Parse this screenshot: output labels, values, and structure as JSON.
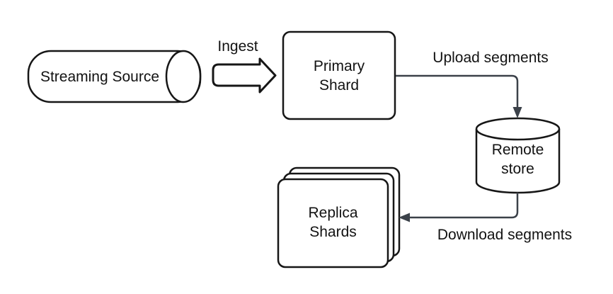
{
  "diagram": {
    "nodes": {
      "streaming_source": {
        "label": "Streaming Source",
        "shape": "horizontal-cylinder"
      },
      "primary_shard": {
        "line1": "Primary",
        "line2": "Shard",
        "shape": "rounded-rect"
      },
      "remote_store": {
        "line1": "Remote",
        "line2": "store",
        "shape": "cylinder"
      },
      "replica_shards": {
        "line1": "Replica",
        "line2": "Shards",
        "shape": "stacked-rects"
      }
    },
    "edges": {
      "ingest": {
        "label": "Ingest",
        "from": "streaming_source",
        "to": "primary_shard",
        "style": "block-arrow"
      },
      "upload": {
        "label": "Upload segments",
        "from": "primary_shard",
        "to": "remote_store",
        "style": "elbow-arrow"
      },
      "download": {
        "label": "Download segments",
        "from": "remote_store",
        "to": "replica_shards",
        "style": "elbow-arrow"
      }
    },
    "colors": {
      "shape_stroke": "#161616",
      "connector": "#3b4149",
      "text": "#121212",
      "background": "#ffffff"
    }
  }
}
